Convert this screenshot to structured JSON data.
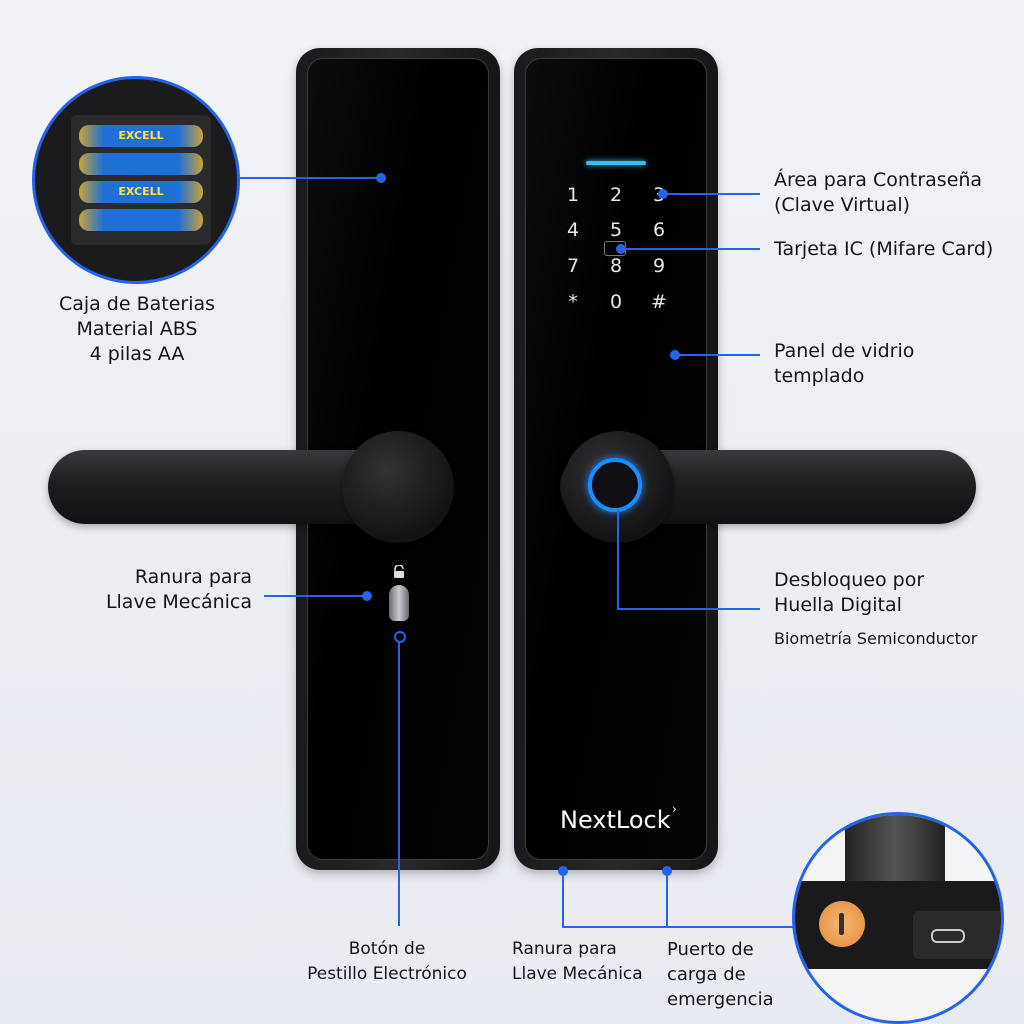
{
  "brand": {
    "logo_text": "NextLock"
  },
  "keypad": {
    "keys": [
      "1",
      "2",
      "3",
      "4",
      "5",
      "6",
      "7",
      "8",
      "9",
      "*",
      "0",
      "#"
    ]
  },
  "battery": {
    "brand_text": "EXCELL"
  },
  "labels": {
    "battery_box": [
      "Caja de Baterias",
      "Material ABS",
      "4 pilas AA"
    ],
    "password_area": [
      "Área para Contraseña",
      "(Clave Virtual)"
    ],
    "ic_card": "Tarjeta IC (Mifare Card)",
    "glass_panel": [
      "Panel de vidrio",
      "templado"
    ],
    "fingerprint": [
      "Desbloqueo por",
      "Huella Digital"
    ],
    "fingerprint_sub": "Biometría Semiconductor",
    "key_slot_left": [
      "Ranura para",
      "Llave Mecánica"
    ],
    "latch_button": [
      "Botón de",
      "Pestillo Electrónico"
    ],
    "key_slot_bottom": [
      "Ranura para",
      "Llave Mecánica"
    ],
    "charging_port": [
      "Puerto de",
      "carga de",
      "emergencia"
    ]
  },
  "colors": {
    "accent": "#2563eb",
    "indicator": "#38bdf8",
    "fingerprint_ring": "#1d8cff",
    "key_cylinder": "#f2a65a"
  }
}
